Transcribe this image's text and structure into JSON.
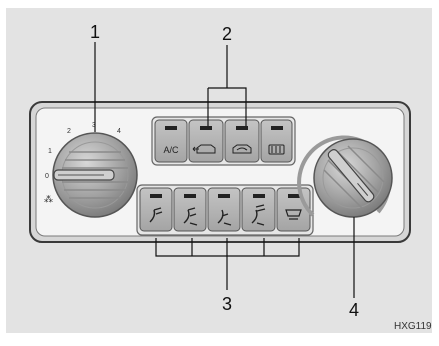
{
  "callouts": [
    "1",
    "2",
    "3",
    "4"
  ],
  "fan_speed_dial": {
    "labels": [
      "0",
      "1",
      "2",
      "3",
      "4"
    ],
    "fan_symbol": "⁂"
  },
  "top_buttons": [
    {
      "name": "ac-button",
      "label": "A/C",
      "icon": "text"
    },
    {
      "name": "fresh-air-button",
      "label": "",
      "icon": "car-fresh-air-icon"
    },
    {
      "name": "recirculation-button",
      "label": "",
      "icon": "car-recirculation-icon"
    },
    {
      "name": "rear-defogger-button",
      "label": "",
      "icon": "rear-defogger-icon"
    }
  ],
  "mode_buttons": [
    {
      "name": "face-mode-button",
      "icon": "face-vent-icon"
    },
    {
      "name": "bilevel-mode-button",
      "icon": "bilevel-vent-icon"
    },
    {
      "name": "feet-mode-button",
      "icon": "feet-vent-icon"
    },
    {
      "name": "feet-defrost-mode-button",
      "icon": "feet-defrost-icon"
    },
    {
      "name": "defrost-mode-button",
      "icon": "windshield-defrost-icon"
    }
  ],
  "temperature_dial": {
    "icon": "temperature-dial-icon"
  },
  "figure_code": "HXG119",
  "colors": {
    "background_panel": "#e0e0e0",
    "control_panel": "#d4d4d4",
    "button": "#b8b8b8",
    "indicator": "#222222",
    "knob": "#a8a8a8"
  }
}
